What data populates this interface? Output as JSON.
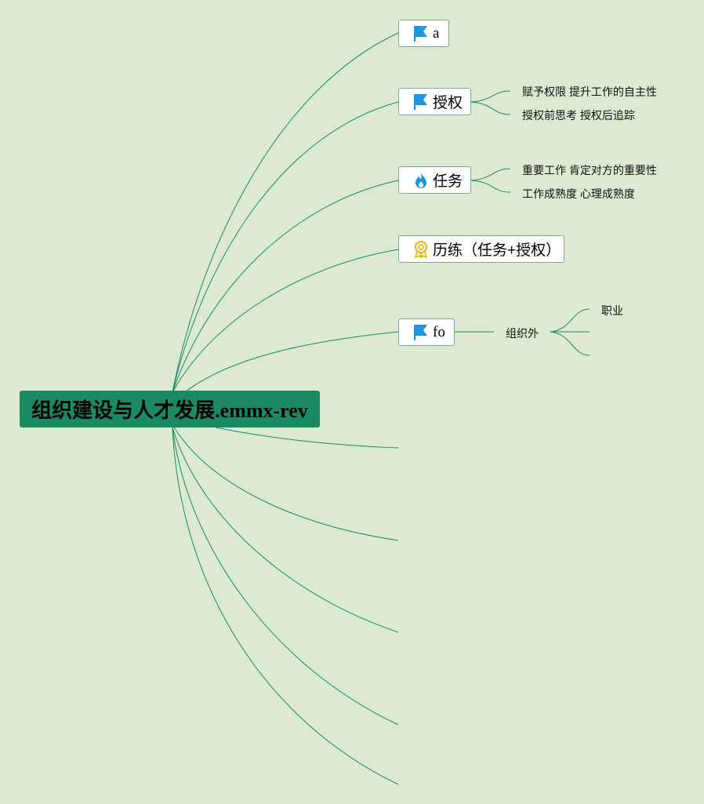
{
  "root": {
    "title": "组织建设与人才发展.emmx-rev"
  },
  "topics": [
    {
      "id": "a",
      "label": "a",
      "icon": "blue-flag-icon"
    },
    {
      "id": "shouquan",
      "label": "授权",
      "icon": "blue-flag-icon"
    },
    {
      "id": "renwu",
      "label": "任务",
      "icon": "flame-icon"
    },
    {
      "id": "lilian",
      "label": "历练（任务+授权）",
      "icon": "award-ribbon-icon"
    },
    {
      "id": "fo",
      "label": "fo",
      "icon": "blue-flag-icon"
    }
  ],
  "subtopics": {
    "shouquan": [
      "赋予权限 提升工作的自主性",
      "授权前思考 授权后追踪"
    ],
    "renwu": [
      "重要工作 肯定对方的重要性",
      "工作成熟度 心理成熟度"
    ],
    "fo": {
      "label": "组织外",
      "children": [
        "职业"
      ]
    }
  },
  "colors": {
    "background": "#dcead2",
    "root_fill": "#1a8a62",
    "line": "#1a8a62",
    "topic_border": "#7fa99a",
    "flag": "#1e96e0",
    "flame": "#1e96e0",
    "award": "#f0b400"
  }
}
